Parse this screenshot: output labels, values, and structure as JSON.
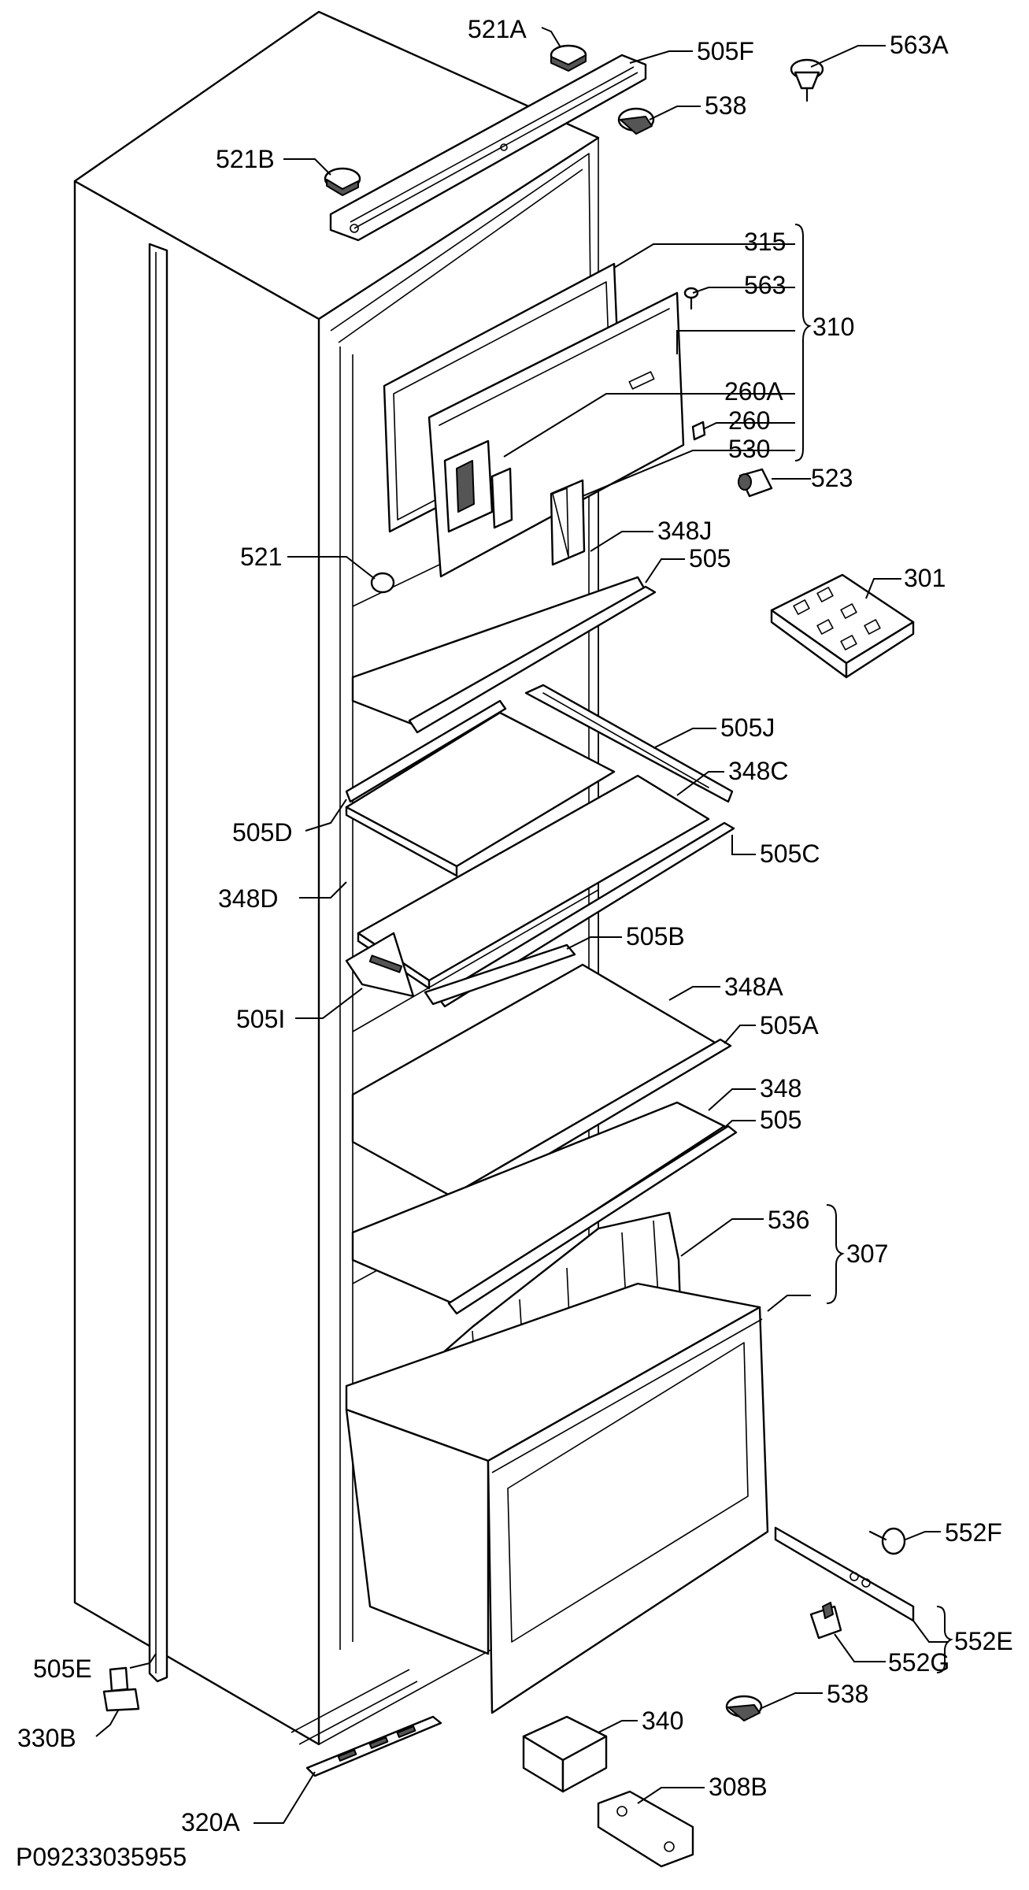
{
  "document_code": "P09233035955",
  "callouts": [
    {
      "id": "c521A",
      "text": "521A"
    },
    {
      "id": "c505F",
      "text": "505F"
    },
    {
      "id": "c563A",
      "text": "563A"
    },
    {
      "id": "c538t",
      "text": "538"
    },
    {
      "id": "c521B",
      "text": "521B"
    },
    {
      "id": "c315",
      "text": "315"
    },
    {
      "id": "c563",
      "text": "563"
    },
    {
      "id": "c310",
      "text": "310"
    },
    {
      "id": "c260A",
      "text": "260A"
    },
    {
      "id": "c260",
      "text": "260"
    },
    {
      "id": "c530",
      "text": "530"
    },
    {
      "id": "c523",
      "text": "523"
    },
    {
      "id": "c521",
      "text": "521"
    },
    {
      "id": "c348J",
      "text": "348J"
    },
    {
      "id": "c505t",
      "text": "505"
    },
    {
      "id": "c301",
      "text": "301"
    },
    {
      "id": "c505J",
      "text": "505J"
    },
    {
      "id": "c348C",
      "text": "348C"
    },
    {
      "id": "c505D",
      "text": "505D"
    },
    {
      "id": "c505C",
      "text": "505C"
    },
    {
      "id": "c348D",
      "text": "348D"
    },
    {
      "id": "c505B",
      "text": "505B"
    },
    {
      "id": "c348A",
      "text": "348A"
    },
    {
      "id": "c505I",
      "text": "505I"
    },
    {
      "id": "c505A",
      "text": "505A"
    },
    {
      "id": "c348",
      "text": "348"
    },
    {
      "id": "c505b",
      "text": "505"
    },
    {
      "id": "c536",
      "text": "536"
    },
    {
      "id": "c307",
      "text": "307"
    },
    {
      "id": "c552F",
      "text": "552F"
    },
    {
      "id": "c505E",
      "text": "505E"
    },
    {
      "id": "c552E",
      "text": "552E"
    },
    {
      "id": "c552G",
      "text": "552G"
    },
    {
      "id": "c330B",
      "text": "330B"
    },
    {
      "id": "c538b",
      "text": "538"
    },
    {
      "id": "c340",
      "text": "340"
    },
    {
      "id": "c308B",
      "text": "308B"
    },
    {
      "id": "c320A",
      "text": "320A"
    }
  ]
}
